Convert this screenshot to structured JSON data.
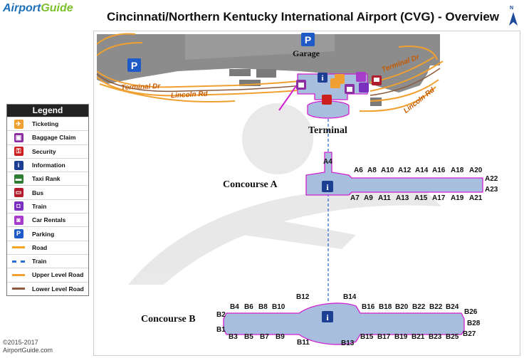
{
  "header": {
    "logo_main": "Airport",
    "logo_accent": "Guide",
    "title": "Cincinnati/Northern Kentucky International Airport (CVG) - Overview",
    "north_label": "N"
  },
  "footer": {
    "copyright": "©2015-2017",
    "site": "AirportGuide.com"
  },
  "legend": {
    "title": "Legend",
    "items": [
      {
        "label": "Ticketing",
        "icon": "ticketing-icon",
        "color": "#f0a030"
      },
      {
        "label": "Baggage Claim",
        "icon": "baggage-claim-icon",
        "color": "#8b2fa3"
      },
      {
        "label": "Security",
        "icon": "security-icon",
        "color": "#cc2020"
      },
      {
        "label": "Information",
        "icon": "information-icon",
        "color": "#1c3f94"
      },
      {
        "label": "Taxi Rank",
        "icon": "taxi-icon",
        "color": "#2e7d32"
      },
      {
        "label": "Bus",
        "icon": "bus-icon",
        "color": "#b01c2c"
      },
      {
        "label": "Train",
        "icon": "train-icon",
        "color": "#7b2fbf"
      },
      {
        "label": "Car Rentals",
        "icon": "car-rental-icon",
        "color": "#a63cc9"
      },
      {
        "label": "Parking",
        "icon": "parking-icon",
        "color": "#1e5bc6"
      },
      {
        "label": "Road",
        "icon": "road-line",
        "color": "#f5a623"
      },
      {
        "label": "Train",
        "icon": "train-line",
        "color": "#2b6fd6"
      },
      {
        "label": "Upper Level Road",
        "icon": "upper-road-line",
        "color": "#f0a030"
      },
      {
        "label": "Lower Level  Road",
        "icon": "lower-road-line",
        "color": "#8b5a3c"
      }
    ]
  },
  "map": {
    "garage_label": "Garage",
    "terminal_label": "Terminal",
    "roads": [
      "Terminal Dr",
      "Lincoln Rd",
      "Terminal Dr",
      "Lincoln Rd"
    ],
    "concourse_a": {
      "name": "Concourse A",
      "gates": [
        "A4",
        "A6",
        "A8",
        "A10",
        "A12",
        "A14",
        "A16",
        "A18",
        "A20",
        "A22",
        "A23",
        "A7",
        "A9",
        "A11",
        "A13",
        "A15",
        "A17",
        "A19",
        "A21"
      ]
    },
    "concourse_b": {
      "name": "Concourse B",
      "gates": [
        "B12",
        "B14",
        "B4",
        "B6",
        "B8",
        "B10",
        "B16",
        "B18",
        "B20",
        "B22",
        "B22",
        "B24",
        "B2",
        "B26",
        "B28",
        "B1",
        "B3",
        "B5",
        "B7",
        "B9",
        "B11",
        "B13",
        "B15",
        "B17",
        "B19",
        "B21",
        "B23",
        "B25",
        "B27"
      ]
    }
  },
  "colors": {
    "building": "#a8bede",
    "building_outline": "#d21fd2",
    "road": "#f0a030",
    "lower_road": "#8b5a3c",
    "train": "#2b6fd6",
    "land": "#8a8a8a"
  }
}
